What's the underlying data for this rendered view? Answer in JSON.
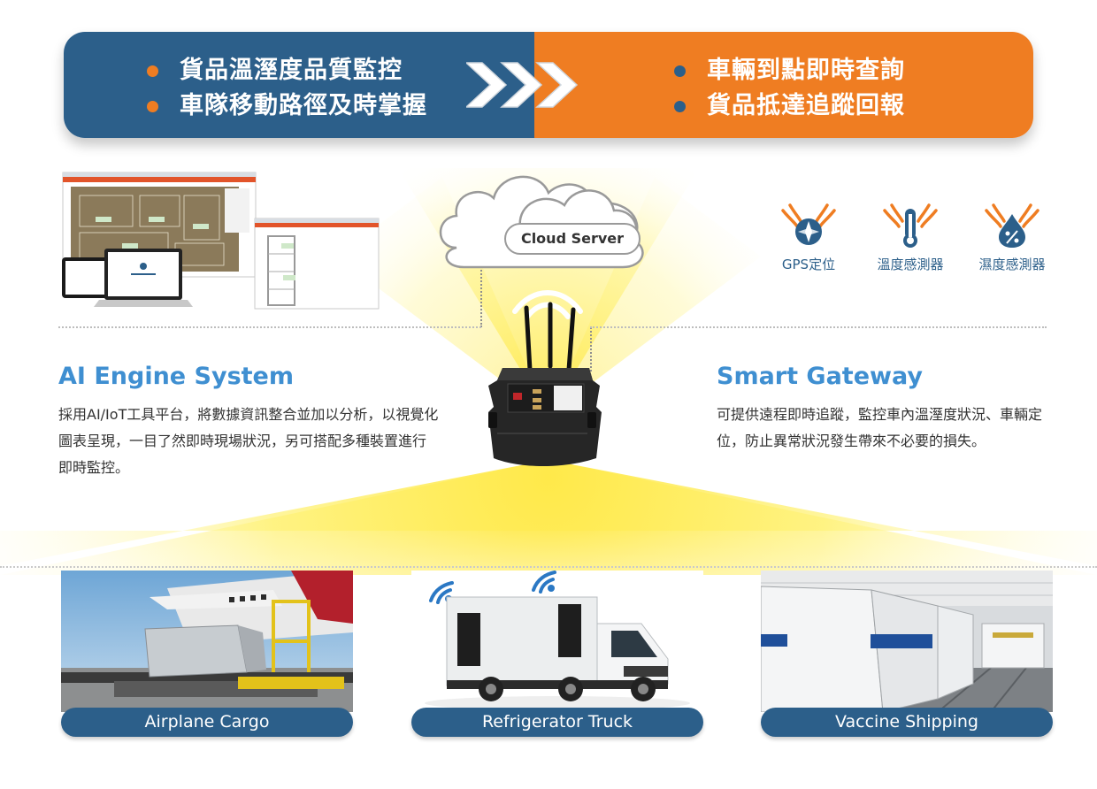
{
  "banner": {
    "left_items": [
      "貨品溫溼度品質監控",
      "車隊移動路徑及時掌握"
    ],
    "right_items": [
      "車輛到點即時查詢",
      "貨品抵達追蹤回報"
    ]
  },
  "cloud": {
    "label": "Cloud Server"
  },
  "sensors": [
    {
      "icon": "gps-compass-icon",
      "label": "GPS定位"
    },
    {
      "icon": "thermometer-icon",
      "label": "溫度感測器"
    },
    {
      "icon": "humidity-drop-icon",
      "label": "濕度感測器"
    }
  ],
  "ai_engine": {
    "title": "AI Engine System",
    "body": "採用AI/IoT工具平台，將數據資訊整合並加以分析，以視覺化圖表呈現，一目了然即時現場狀況，另可搭配多種裝置進行即時監控。"
  },
  "smart_gateway": {
    "title": "Smart Gateway",
    "body": "可提供遠程即時追蹤，監控車內溫溼度狀況、車輛定位，防止異常狀況發生帶來不必要的損失。"
  },
  "use_cases": [
    {
      "label": "Airplane Cargo"
    },
    {
      "label": "Refrigerator Truck"
    },
    {
      "label": "Vaccine Shipping"
    }
  ],
  "colors": {
    "navy": "#2c5f8a",
    "orange": "#ef7d22",
    "title_blue": "#3f8fd1",
    "glow_yellow": "#ffe94a"
  }
}
